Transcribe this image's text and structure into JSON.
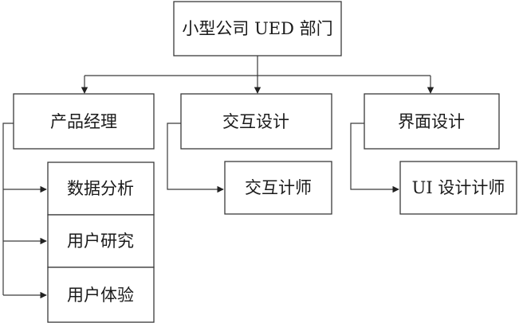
{
  "nodes": {
    "root": "小型公司 UED 部门",
    "product_manager": "产品经理",
    "interaction_design": "交互设计",
    "interface_design": "界面设计",
    "data_analysis": "数据分析",
    "user_research": "用户研究",
    "user_experience": "用户体验",
    "interaction_designer": "交互计师",
    "ui_designer": "UI 设计计师"
  }
}
